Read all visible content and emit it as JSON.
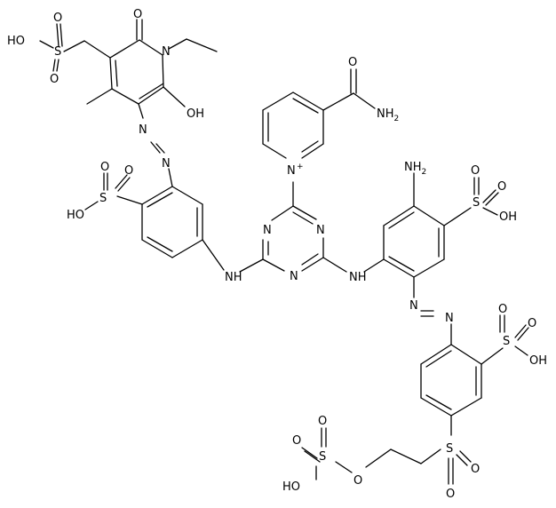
{
  "colors": {
    "background": "#ffffff",
    "ink": "#000000"
  },
  "labels": {
    "hoSulfoTop": "HO",
    "sTop": "S",
    "oTop1": "O",
    "oTop2": "O",
    "oKetone": "O",
    "nRingTop": "N",
    "ohTop": "OH",
    "azo1a": "N",
    "azo1b": "N",
    "nh2Amide": "NH",
    "amideO": "O",
    "pyridiniumN": "N",
    "charge": "+",
    "sLeft": "S",
    "oLeft1": "O",
    "oLeft2": "O",
    "hoLeft": "HO",
    "triazN1": "N",
    "triazN2": "N",
    "triazN3": "N",
    "nhLeft": "NH",
    "nhRight": "NH",
    "nh2Right": "NH",
    "sRight": "S",
    "oRight1": "O",
    "oRight2": "O",
    "ohRight": "OH",
    "azo2a": "N",
    "azo2b": "N",
    "sMidRight": "S",
    "oMidRight1": "O",
    "oMidRight2": "O",
    "ohMidRight": "OH",
    "sSulfone": "S",
    "oSulfone1": "O",
    "oSulfone2": "O",
    "sBottom": "S",
    "oBottom1": "O",
    "oBottom2": "O",
    "hoBottom": "HO",
    "oEster": "O",
    "sub2": "2"
  }
}
